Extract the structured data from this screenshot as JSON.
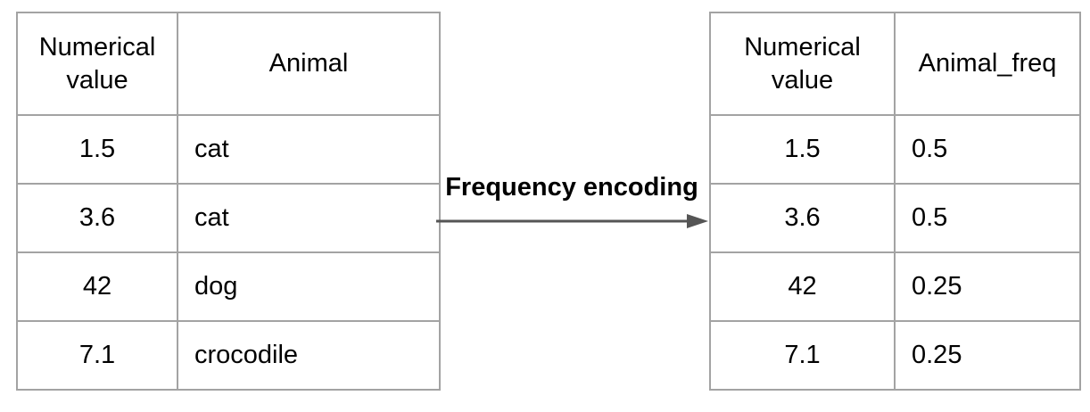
{
  "left_table": {
    "headers": [
      "Numerical value",
      "Animal"
    ],
    "rows": [
      [
        "1.5",
        "cat"
      ],
      [
        "3.6",
        "cat"
      ],
      [
        "42",
        "dog"
      ],
      [
        "7.1",
        "crocodile"
      ]
    ]
  },
  "transform": {
    "label": "Frequency encoding"
  },
  "right_table": {
    "headers": [
      "Numerical value",
      "Animal_freq"
    ],
    "rows": [
      [
        "1.5",
        "0.5"
      ],
      [
        "3.6",
        "0.5"
      ],
      [
        "42",
        "0.25"
      ],
      [
        "7.1",
        "0.25"
      ]
    ]
  },
  "colors": {
    "background": "#ffffff",
    "table_border": "#a3a3a3",
    "arrow": "#555555",
    "text": "#000000"
  }
}
